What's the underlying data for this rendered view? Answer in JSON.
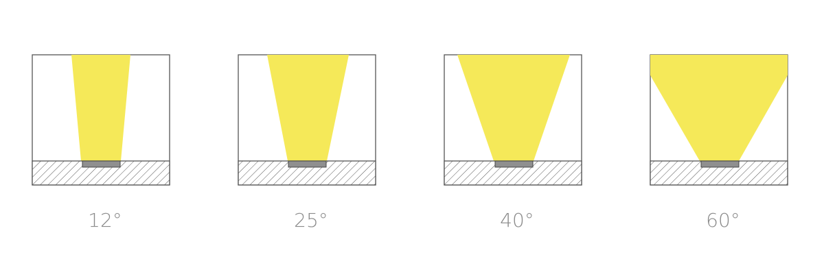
{
  "colors": {
    "beam": "#f5e959",
    "frame": "#555555",
    "hatch": "#555555",
    "led": "#8f8f8f",
    "label": "#8a8a8a",
    "background": "#ffffff"
  },
  "panels": [
    {
      "label": "12°",
      "beam_angle_deg": 12
    },
    {
      "label": "25°",
      "beam_angle_deg": 25
    },
    {
      "label": "40°",
      "beam_angle_deg": 40
    },
    {
      "label": "60°",
      "beam_angle_deg": 60
    }
  ]
}
